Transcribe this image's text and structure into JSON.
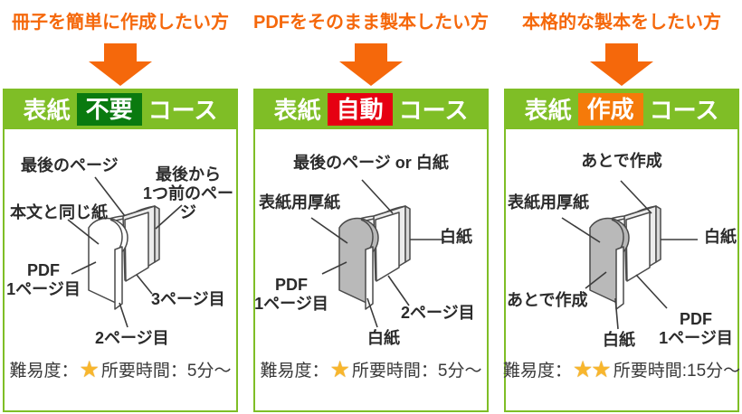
{
  "colors": {
    "accent_orange": "#f5680b",
    "bar_green": "#7fbe26",
    "badge_green": "#0a7a0f",
    "badge_red": "#e60012",
    "badge_orange": "#f57a0a",
    "label_text": "#2b2b2b",
    "star_gold": "#f8b62d"
  },
  "courses": [
    {
      "audience": "冊子を簡単に作成したい方",
      "header": {
        "prefix": "表紙",
        "badge": "不要",
        "suffix": "コース",
        "badge_color": "#0a7a0f"
      },
      "labels": [
        "最後のページ",
        "最後から\n1つ前のページ",
        "本文と同じ紙",
        "PDF\n1ページ目",
        "3ページ目",
        "2ページ目"
      ],
      "difficulty": {
        "label": "難易度：",
        "stars": "★",
        "time": "所要時間：5分～"
      }
    },
    {
      "audience": "PDFをそのまま製本したい方",
      "header": {
        "prefix": "表紙",
        "badge": "自動",
        "suffix": "コース",
        "badge_color": "#e60012"
      },
      "labels": [
        "最後のページ or 白紙",
        "表紙用厚紙",
        "白紙",
        "PDF\n1ページ目",
        "2ページ目",
        "白紙"
      ],
      "difficulty": {
        "label": "難易度：",
        "stars": "★",
        "time": "所要時間：5分～"
      }
    },
    {
      "audience": "本格的な製本をしたい方",
      "header": {
        "prefix": "表紙",
        "badge": "作成",
        "suffix": "コース",
        "badge_color": "#f57a0a"
      },
      "labels": [
        "あとで作成",
        "表紙用厚紙",
        "白紙",
        "あとで作成",
        "白紙",
        "PDF\n1ページ目"
      ],
      "difficulty": {
        "label": "難易度：",
        "stars": "★★",
        "time": "所要時間:15分～"
      }
    }
  ]
}
